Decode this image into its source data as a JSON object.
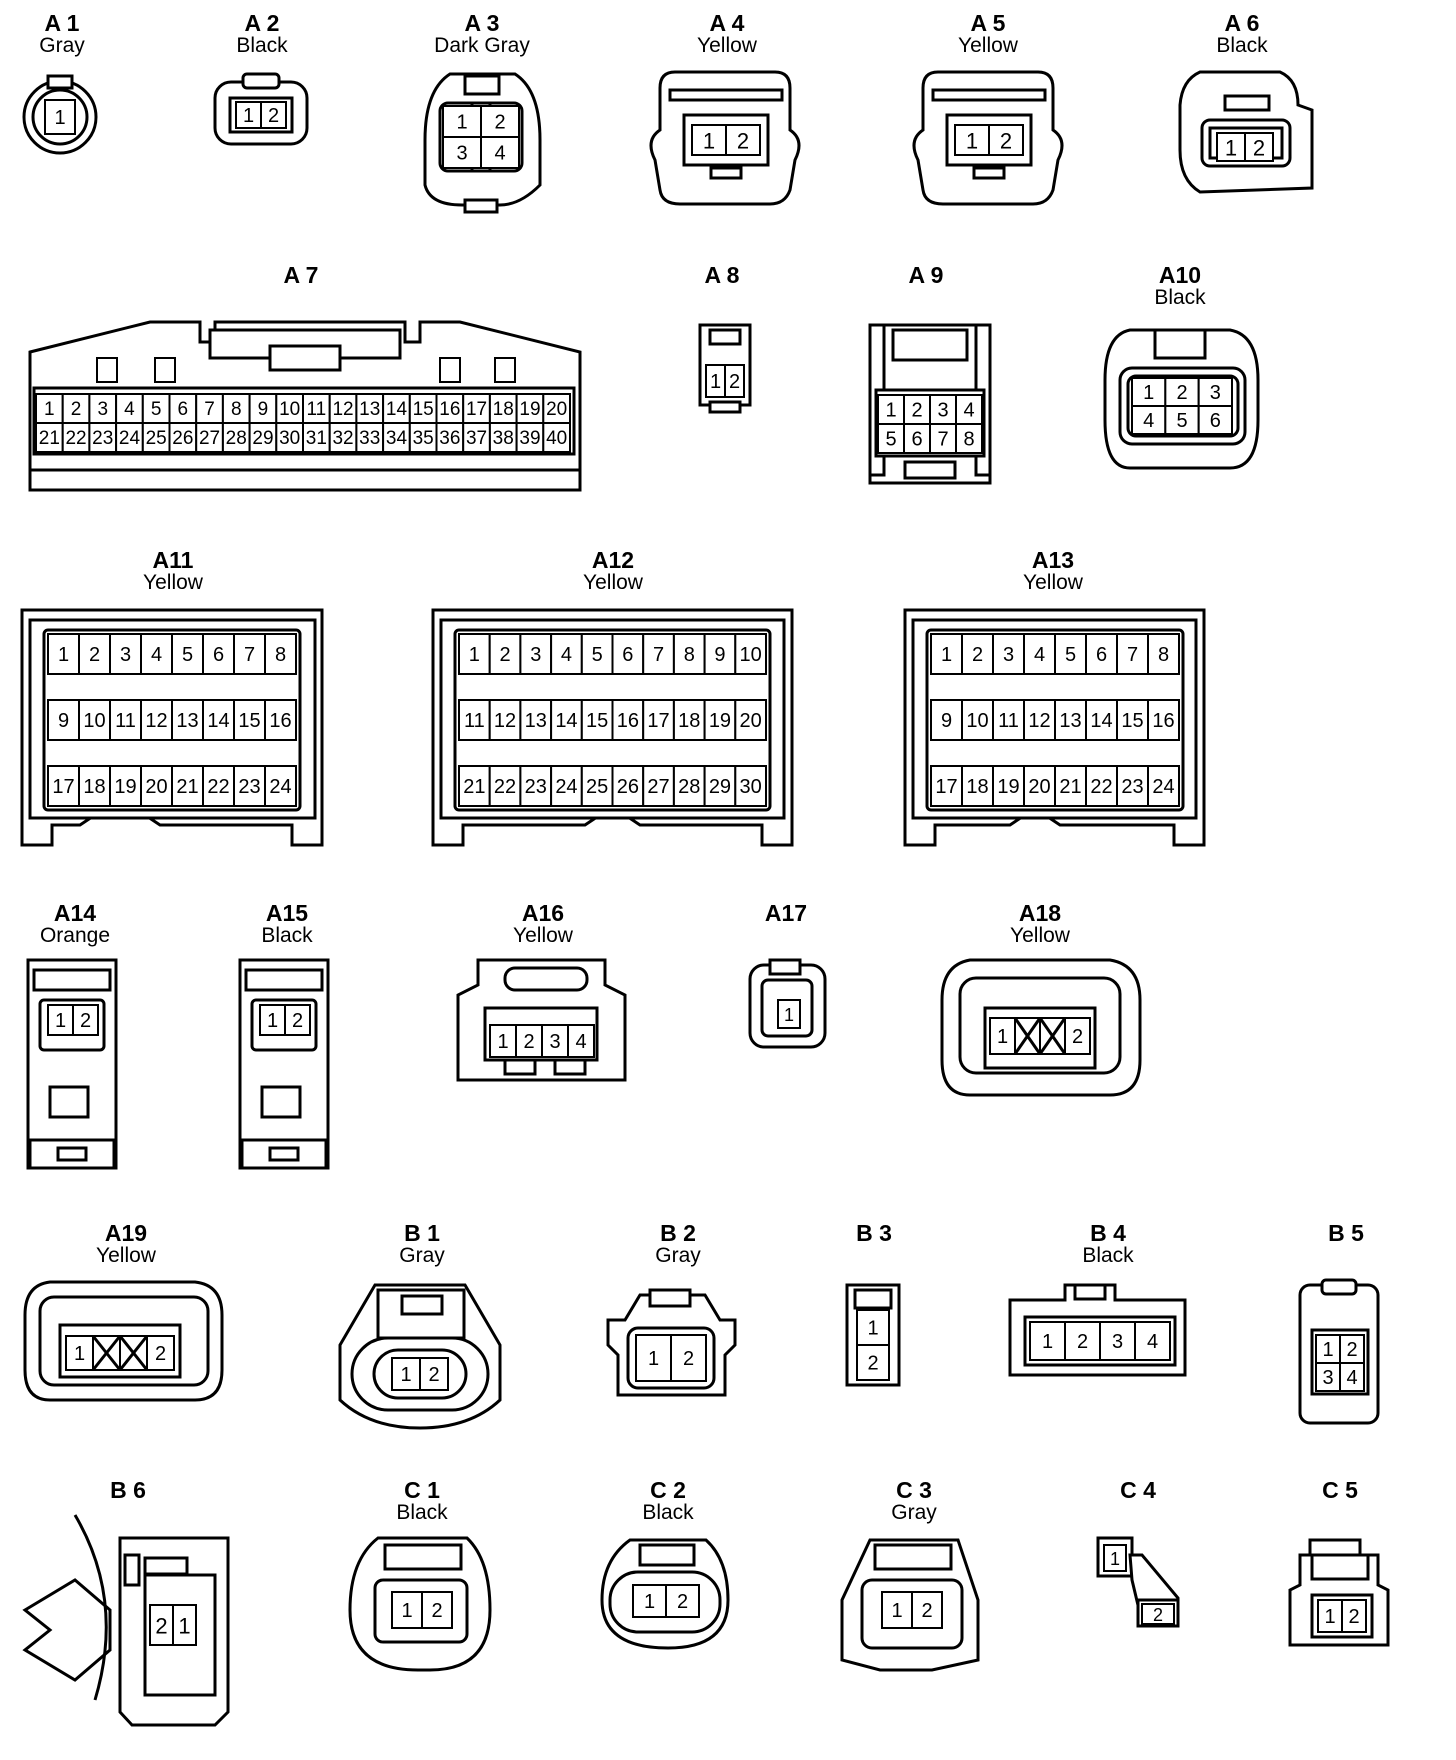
{
  "connectors": [
    {
      "id": "A 1",
      "color": "Gray",
      "pins": [
        "1"
      ]
    },
    {
      "id": "A 2",
      "color": "Black",
      "pins": [
        "1",
        "2"
      ]
    },
    {
      "id": "A 3",
      "color": "Dark Gray",
      "pins": [
        "1",
        "2",
        "3",
        "4"
      ]
    },
    {
      "id": "A 4",
      "color": "Yellow",
      "pins": [
        "1",
        "2"
      ]
    },
    {
      "id": "A 5",
      "color": "Yellow",
      "pins": [
        "1",
        "2"
      ]
    },
    {
      "id": "A 6",
      "color": "Black",
      "pins": [
        "1",
        "2"
      ]
    },
    {
      "id": "A 7",
      "color": "",
      "pins": [
        "1",
        "2",
        "3",
        "4",
        "5",
        "6",
        "7",
        "8",
        "9",
        "10",
        "11",
        "12",
        "13",
        "14",
        "15",
        "16",
        "17",
        "18",
        "19",
        "20",
        "21",
        "22",
        "23",
        "24",
        "25",
        "26",
        "27",
        "28",
        "29",
        "30",
        "31",
        "32",
        "33",
        "34",
        "35",
        "36",
        "37",
        "38",
        "39",
        "40"
      ]
    },
    {
      "id": "A 8",
      "color": "",
      "pins": [
        "1",
        "2"
      ]
    },
    {
      "id": "A 9",
      "color": "",
      "pins": [
        "1",
        "2",
        "3",
        "4",
        "5",
        "6",
        "7",
        "8"
      ]
    },
    {
      "id": "A10",
      "color": "Black",
      "pins": [
        "1",
        "2",
        "3",
        "4",
        "5",
        "6"
      ]
    },
    {
      "id": "A11",
      "color": "Yellow",
      "pins": [
        "1",
        "2",
        "3",
        "4",
        "5",
        "6",
        "7",
        "8",
        "9",
        "10",
        "11",
        "12",
        "13",
        "14",
        "15",
        "16",
        "17",
        "18",
        "19",
        "20",
        "21",
        "22",
        "23",
        "24"
      ]
    },
    {
      "id": "A12",
      "color": "Yellow",
      "pins": [
        "1",
        "2",
        "3",
        "4",
        "5",
        "6",
        "7",
        "8",
        "9",
        "10",
        "11",
        "12",
        "13",
        "14",
        "15",
        "16",
        "17",
        "18",
        "19",
        "20",
        "21",
        "22",
        "23",
        "24",
        "25",
        "26",
        "27",
        "28",
        "29",
        "30"
      ]
    },
    {
      "id": "A13",
      "color": "Yellow",
      "pins": [
        "1",
        "2",
        "3",
        "4",
        "5",
        "6",
        "7",
        "8",
        "9",
        "10",
        "11",
        "12",
        "13",
        "14",
        "15",
        "16",
        "17",
        "18",
        "19",
        "20",
        "21",
        "22",
        "23",
        "24"
      ]
    },
    {
      "id": "A14",
      "color": "Orange",
      "pins": [
        "1",
        "2"
      ]
    },
    {
      "id": "A15",
      "color": "Black",
      "pins": [
        "1",
        "2"
      ]
    },
    {
      "id": "A16",
      "color": "Yellow",
      "pins": [
        "1",
        "2",
        "3",
        "4"
      ]
    },
    {
      "id": "A17",
      "color": "",
      "pins": [
        "1"
      ]
    },
    {
      "id": "A18",
      "color": "Yellow",
      "pins": [
        "1",
        "2"
      ]
    },
    {
      "id": "A19",
      "color": "Yellow",
      "pins": [
        "1",
        "2"
      ]
    },
    {
      "id": "B 1",
      "color": "Gray",
      "pins": [
        "1",
        "2"
      ]
    },
    {
      "id": "B 2",
      "color": "Gray",
      "pins": [
        "1",
        "2"
      ]
    },
    {
      "id": "B 3",
      "color": "",
      "pins": [
        "1",
        "2"
      ]
    },
    {
      "id": "B 4",
      "color": "Black",
      "pins": [
        "1",
        "2",
        "3",
        "4"
      ]
    },
    {
      "id": "B 5",
      "color": "",
      "pins": [
        "1",
        "2",
        "3",
        "4"
      ]
    },
    {
      "id": "B 6",
      "color": "",
      "pins": [
        "2",
        "1"
      ]
    },
    {
      "id": "C 1",
      "color": "Black",
      "pins": [
        "1",
        "2"
      ]
    },
    {
      "id": "C 2",
      "color": "Black",
      "pins": [
        "1",
        "2"
      ]
    },
    {
      "id": "C 3",
      "color": "Gray",
      "pins": [
        "1",
        "2"
      ]
    },
    {
      "id": "C 4",
      "color": "",
      "pins": [
        "1",
        "2"
      ]
    },
    {
      "id": "C 5",
      "color": "",
      "pins": [
        "1",
        "2"
      ]
    }
  ]
}
